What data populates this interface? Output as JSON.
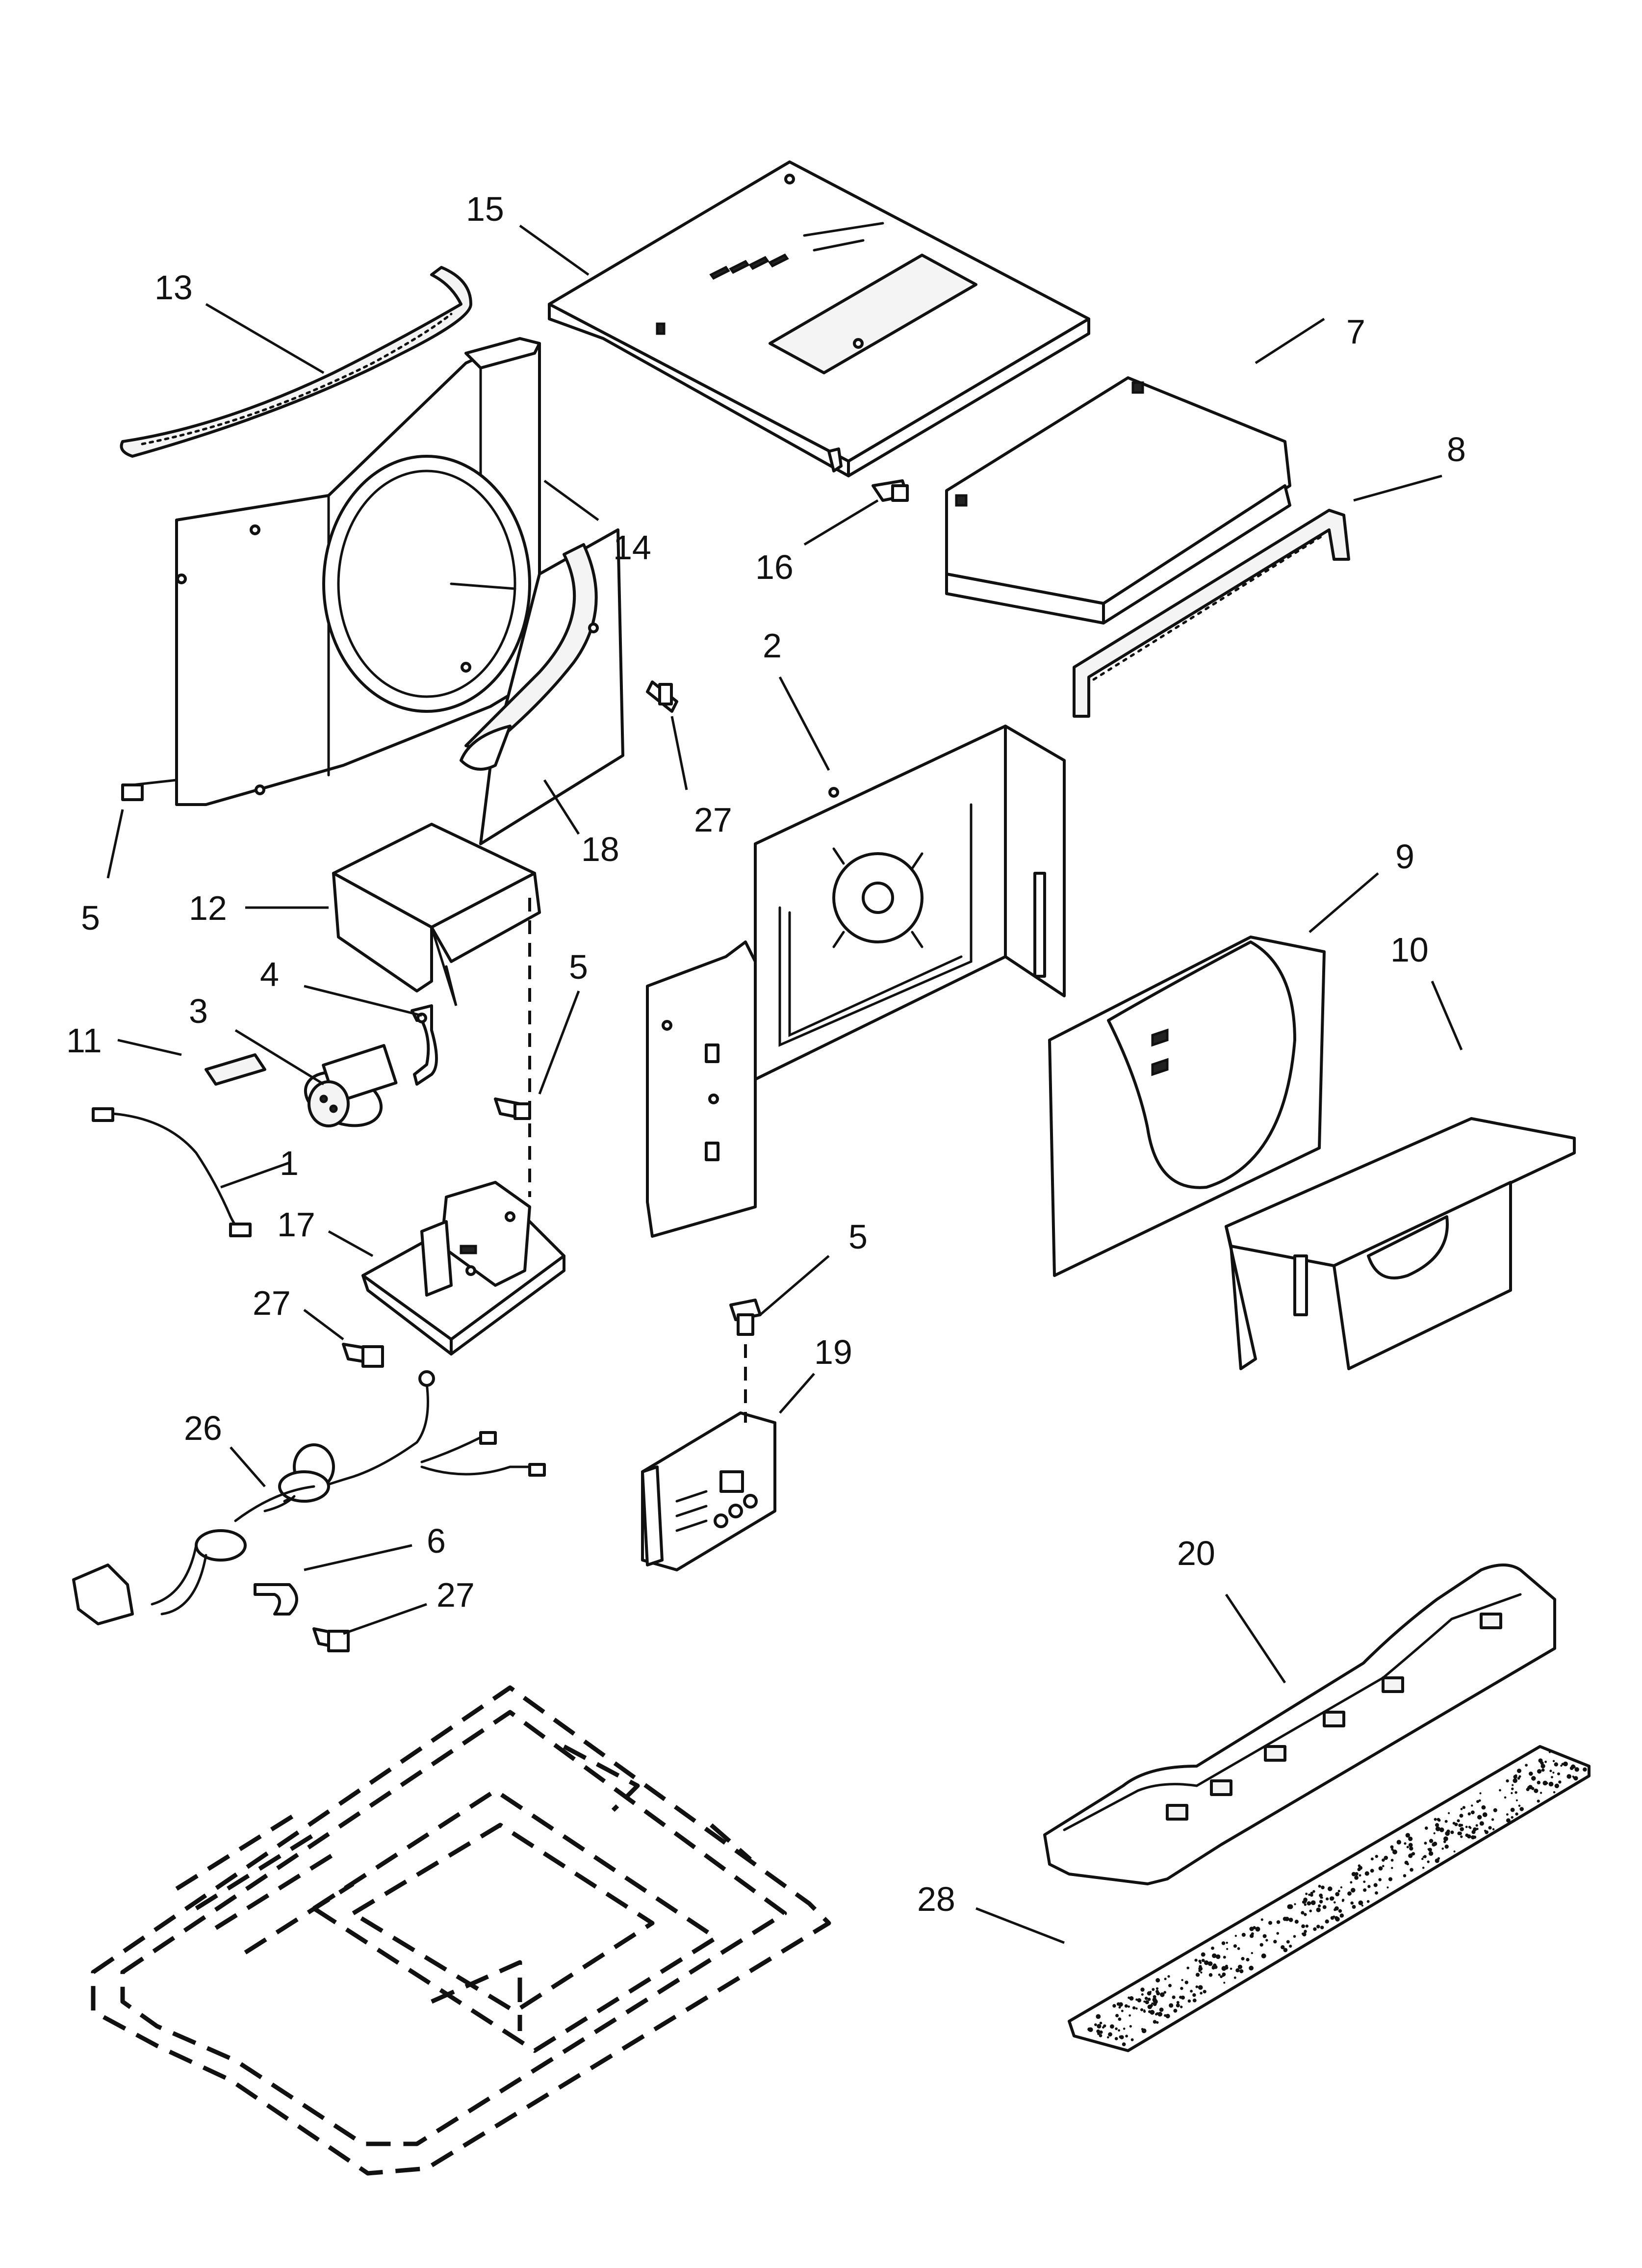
{
  "diagram": {
    "callouts": [
      {
        "id": "c15",
        "label": "15"
      },
      {
        "id": "c13",
        "label": "13"
      },
      {
        "id": "c7",
        "label": "7"
      },
      {
        "id": "c8",
        "label": "8"
      },
      {
        "id": "c14",
        "label": "14"
      },
      {
        "id": "c16",
        "label": "16"
      },
      {
        "id": "c2",
        "label": "2"
      },
      {
        "id": "c27a",
        "label": "27"
      },
      {
        "id": "c18",
        "label": "18"
      },
      {
        "id": "c5a",
        "label": "5"
      },
      {
        "id": "c12",
        "label": "12"
      },
      {
        "id": "c9",
        "label": "9"
      },
      {
        "id": "c10",
        "label": "10"
      },
      {
        "id": "c4",
        "label": "4"
      },
      {
        "id": "c5b",
        "label": "5"
      },
      {
        "id": "c3",
        "label": "3"
      },
      {
        "id": "c11",
        "label": "11"
      },
      {
        "id": "c1",
        "label": "1"
      },
      {
        "id": "c17",
        "label": "17"
      },
      {
        "id": "c5c",
        "label": "5"
      },
      {
        "id": "c27b",
        "label": "27"
      },
      {
        "id": "c19",
        "label": "19"
      },
      {
        "id": "c26",
        "label": "26"
      },
      {
        "id": "c6",
        "label": "6"
      },
      {
        "id": "c27c",
        "label": "27"
      },
      {
        "id": "c20",
        "label": "20"
      },
      {
        "id": "c28",
        "label": "28"
      }
    ]
  }
}
